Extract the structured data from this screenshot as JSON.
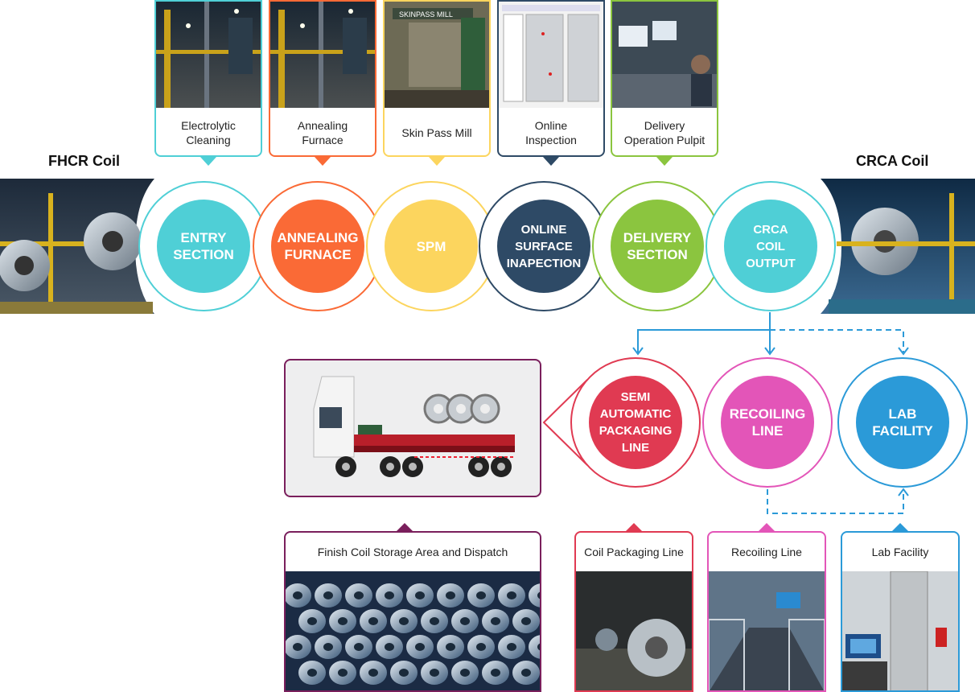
{
  "colors": {
    "teal": "#4fcfd6",
    "orange": "#fa6a36",
    "yellow": "#fcd55e",
    "navy": "#2e4a66",
    "green": "#8bc53f",
    "crimson": "#e03a52",
    "pink": "#e355b8",
    "blue": "#2b9ad8",
    "purple": "#7a1f5c"
  },
  "sides": {
    "left_title": "FHCR Coil",
    "right_title": "CRCA Coil"
  },
  "top_steps": [
    {
      "caption": "Electrolytic\nCleaning",
      "color": "#4fcfd6",
      "icon": "cleaning-photo"
    },
    {
      "caption": "Annealing\nFurnace",
      "color": "#fa6a36",
      "icon": "furnace-photo"
    },
    {
      "caption": "Skin Pass Mill",
      "color": "#fcd55e",
      "icon": "mill-photo",
      "photo_text": "SKINPASS MILL"
    },
    {
      "caption": "Online\nInspection",
      "color": "#2e4a66",
      "icon": "inspection-screen"
    },
    {
      "caption": "Delivery\nOperation Pulpit",
      "color": "#8bc53f",
      "icon": "control-room-photo"
    }
  ],
  "process_circles": [
    {
      "label": "ENTRY\nSECTION",
      "color": "#4fcfd6"
    },
    {
      "label": "ANNEALING\nFURNACE",
      "color": "#fa6a36"
    },
    {
      "label": "SPM",
      "color": "#fcd55e"
    },
    {
      "label": "ONLINE\nSURFACE\nINAPECTION",
      "color": "#2e4a66"
    },
    {
      "label": "DELIVERY\nSECTION",
      "color": "#8bc53f"
    },
    {
      "label": "CRCA\nCOIL\nOUTPUT",
      "color": "#4fcfd6"
    }
  ],
  "branch_circles": [
    {
      "label": "SEMI\nAUTOMATIC\nPACKAGING\nLINE",
      "color": "#e03a52"
    },
    {
      "label": "RECOILING\nLINE",
      "color": "#e355b8"
    },
    {
      "label": "LAB\nFACILITY",
      "color": "#2b9ad8"
    }
  ],
  "bottom_boxes": [
    {
      "caption": "Finish Coil Storage Area and Dispatch",
      "color": "#7a1f5c"
    },
    {
      "caption": "Coil Packaging Line",
      "color": "#e03a52"
    },
    {
      "caption": "Recoiling Line",
      "color": "#e355b8"
    },
    {
      "caption": "Lab Facility",
      "color": "#2b9ad8"
    }
  ]
}
